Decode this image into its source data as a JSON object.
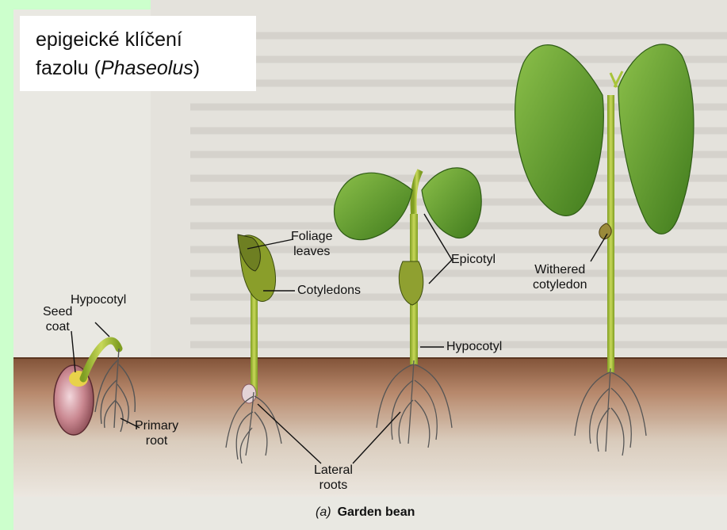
{
  "title": {
    "line1": "epigeické klíčení",
    "line2_prefix": "fazolu (",
    "line2_italic": "Phaseolus",
    "line2_suffix": ")"
  },
  "labels": {
    "seed_coat_1": "Seed",
    "seed_coat_2": "coat",
    "hypocotyl_small": "Hypocotyl",
    "primary_root_1": "Primary",
    "primary_root_2": "root",
    "foliage_1": "Foliage",
    "foliage_2": "leaves",
    "cotyledons": "Cotyledons",
    "epicotyl": "Epicotyl",
    "hypocotyl_mid": "Hypocotyl",
    "withered_1": "Withered",
    "withered_2": "cotyledon",
    "lateral_1": "Lateral",
    "lateral_2": "roots"
  },
  "caption": {
    "letter": "(a)",
    "text": "Garden bean"
  },
  "colors": {
    "frame": "#ccffcc",
    "page_bg": "#e9e8e2",
    "soil_top": "#8a5a3c",
    "soil_bottom": "#d6c7b6",
    "leaf": "#5a9a2a",
    "leaf_dark": "#2f5c16",
    "stem": "#a8c43a",
    "seed": "#b8707a"
  }
}
